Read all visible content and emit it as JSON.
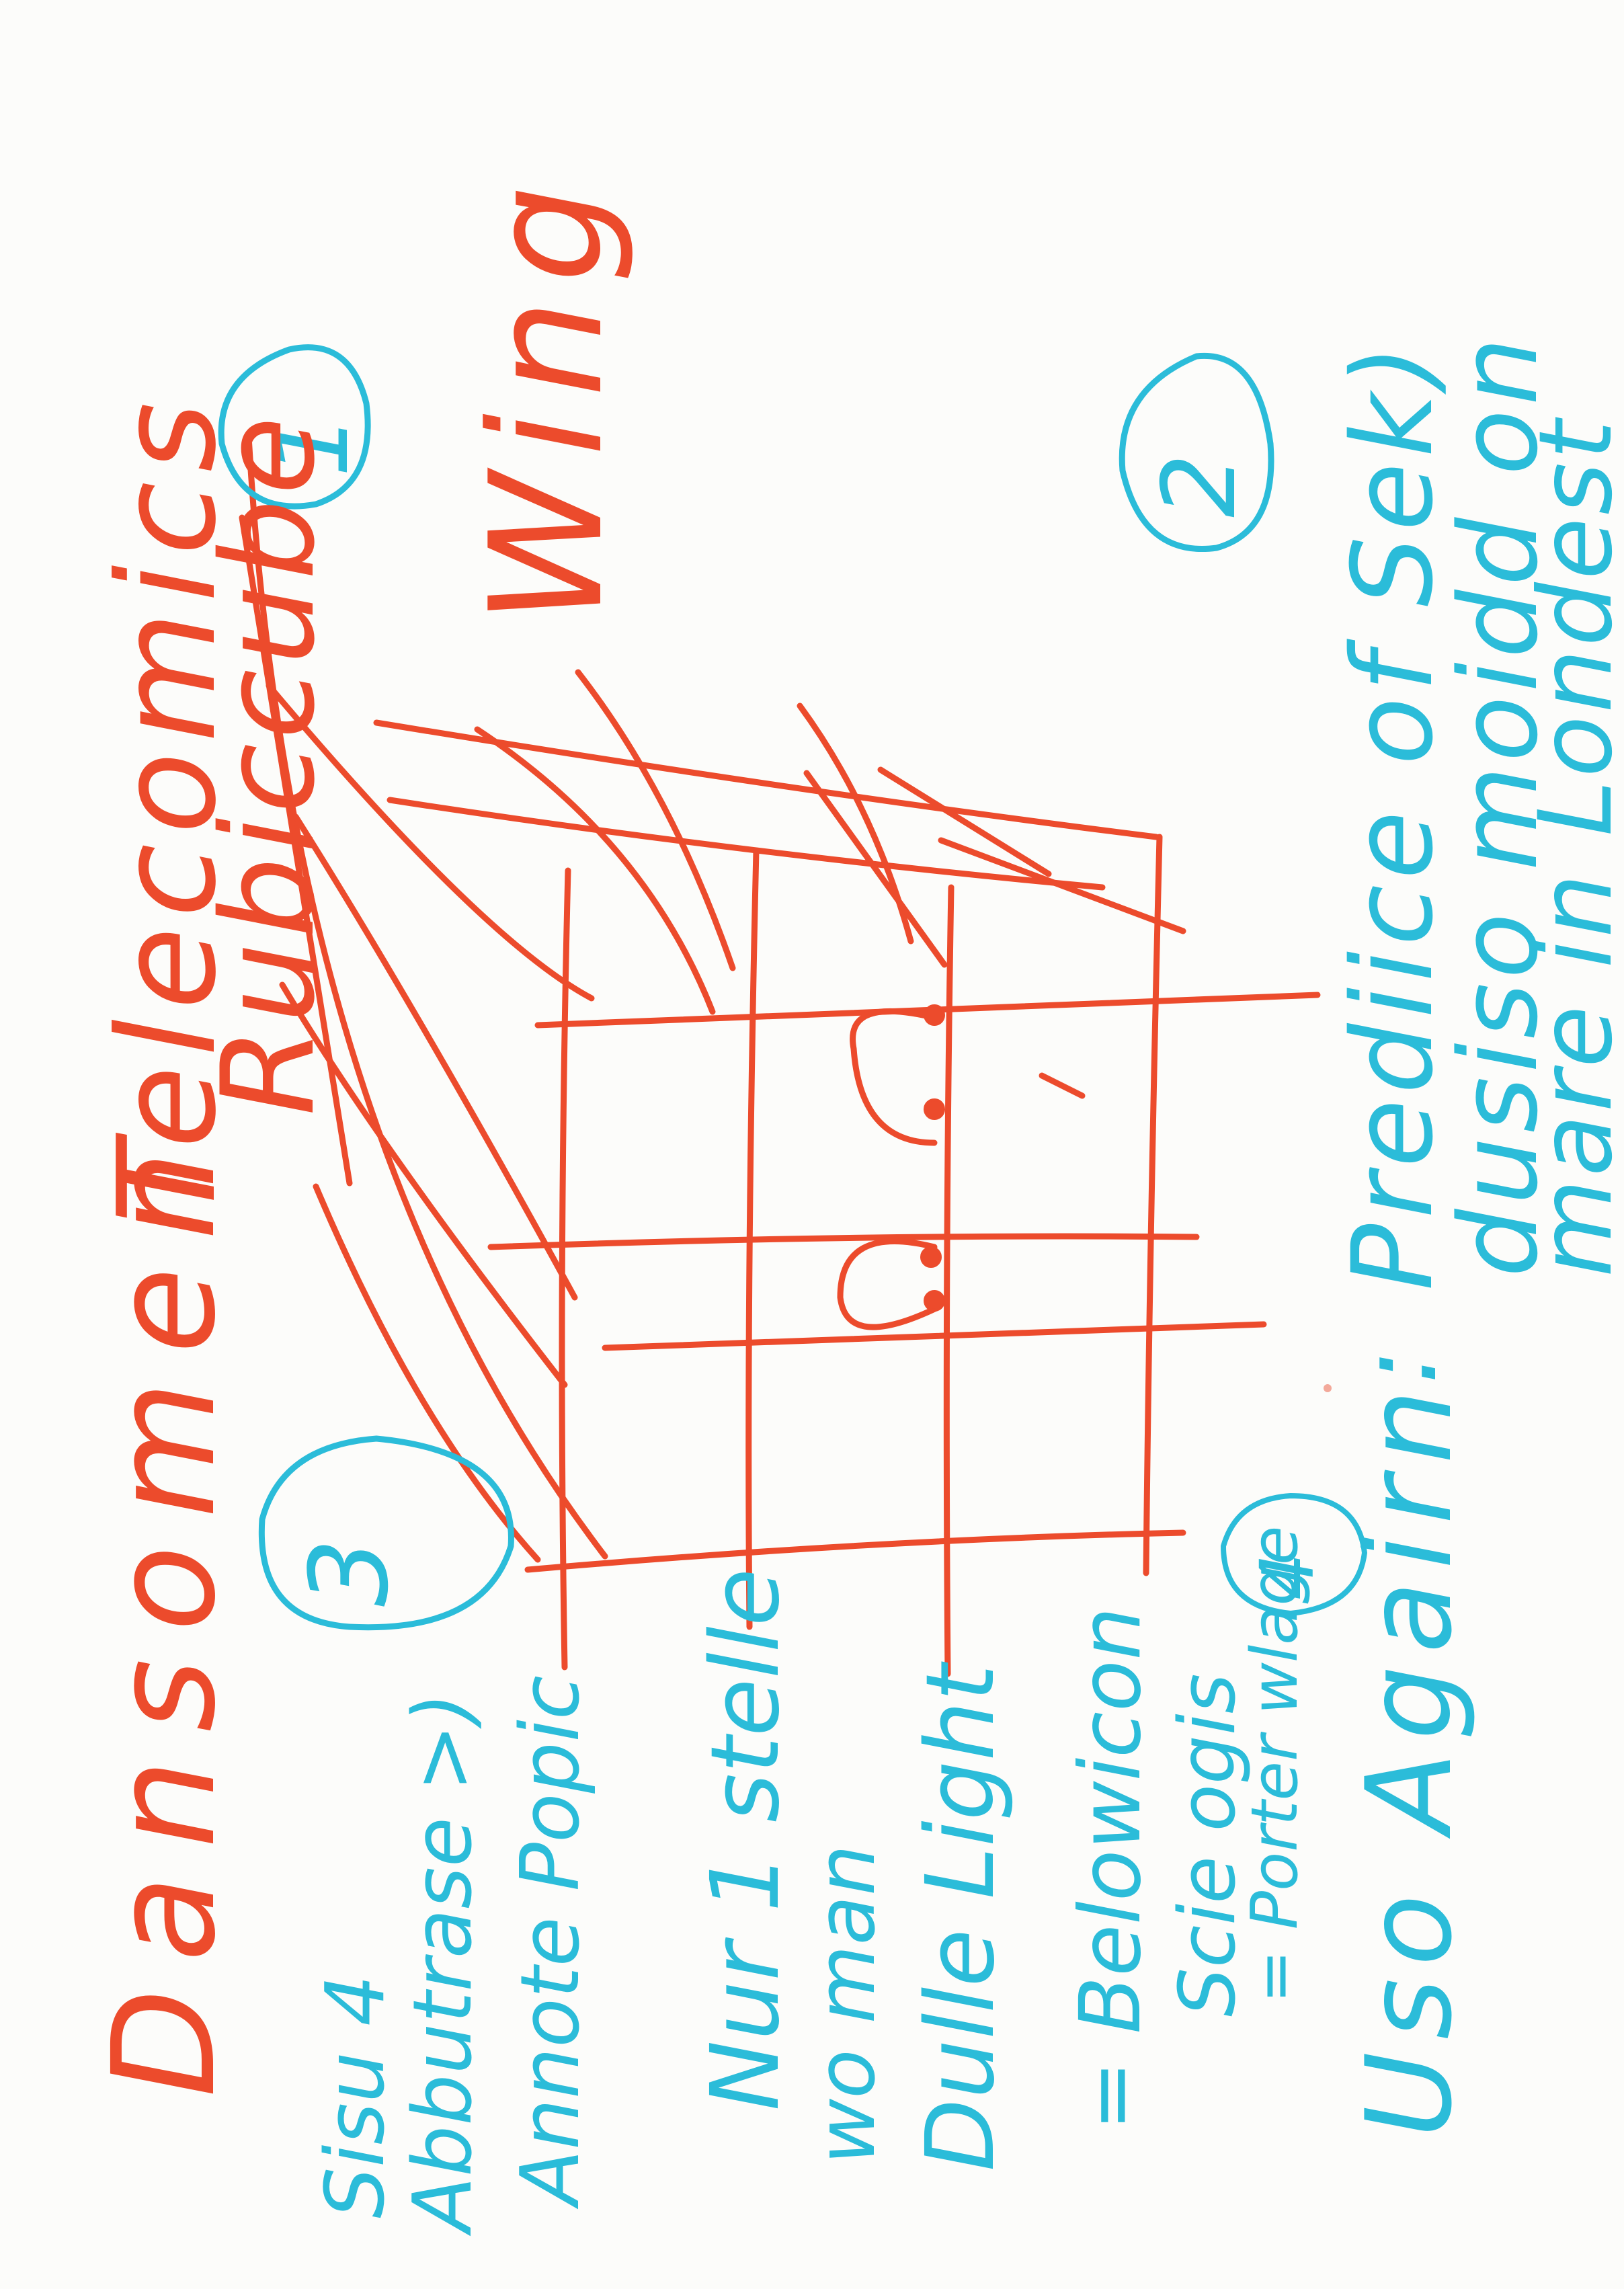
{
  "colors": {
    "paper": "#fcfcfa",
    "red_marker": "#ec4b2c",
    "cyan_marker": "#2bbcd9"
  },
  "titles": {
    "left": "Dansomen",
    "top_line1": "Telecomics",
    "top_line2": "Rubiccube",
    "right": "Wing"
  },
  "circled_numbers": {
    "one": "1",
    "two": "2",
    "three": "3",
    "four": "4"
  },
  "notes": {
    "left_block": [
      "Sisu 4",
      "Abbutrase >)",
      "Annote Popic"
    ],
    "middle_block": [
      "Nur 1 stelle",
      "wo man",
      "Dulle Light"
    ],
    "equals_block": [
      "= Belowicon",
      "Scie ogis",
      "= Porter wlage"
    ],
    "uso": "Uso Agairn",
    "colon": ":",
    "right_block": [
      "Prediice  of Sek)",
      "dusiso  moidd on",
      "mare in Londest"
    ]
  }
}
